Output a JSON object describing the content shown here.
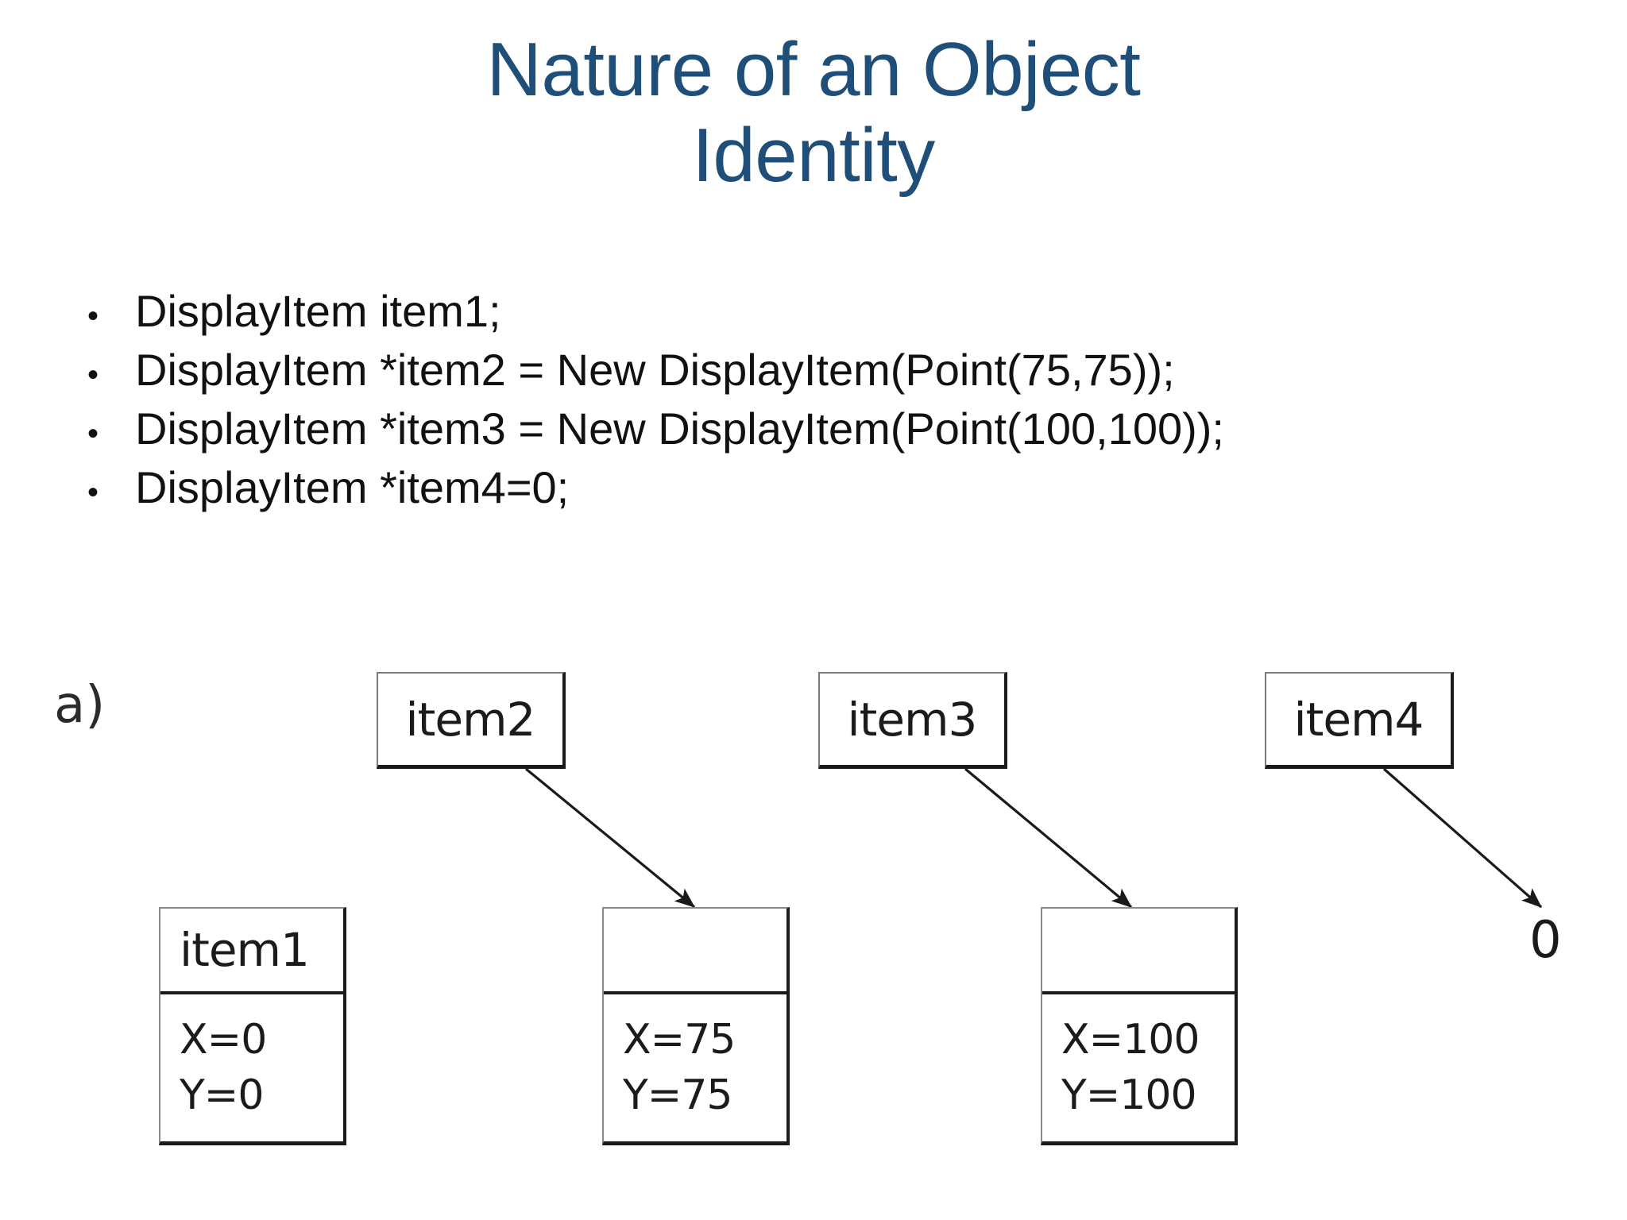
{
  "slide": {
    "title_lines": [
      "Nature of an Object",
      "Identity"
    ],
    "title_color": "#1F4E79",
    "background_color": "#FFFFFF"
  },
  "bullets": {
    "marker": "•",
    "items": [
      "DisplayItem item1;",
      "DisplayItem *item2 = New DisplayItem(Point(75,75));",
      "DisplayItem *item3 = New DisplayItem(Point(100,100));",
      "DisplayItem *item4=0;"
    ]
  },
  "diagram": {
    "part_label": "a)",
    "pointer_boxes": [
      {
        "label": "item2"
      },
      {
        "label": "item3"
      },
      {
        "label": "item4"
      }
    ],
    "object_boxes": [
      {
        "name": "item1",
        "x_field": "X=0",
        "y_field": "Y=0"
      },
      {
        "name": "",
        "x_field": "X=75",
        "y_field": "Y=75"
      },
      {
        "name": "",
        "x_field": "X=100",
        "y_field": "Y=100"
      }
    ],
    "null_value": "0",
    "line_color": "#1a1a1a",
    "box_border_color": "#7a7a7a"
  }
}
